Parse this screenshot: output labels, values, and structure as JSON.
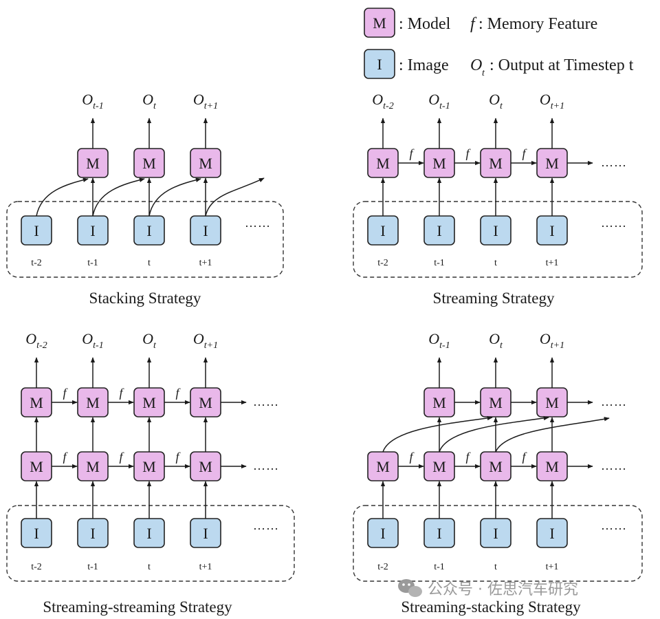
{
  "legend": {
    "model_symbol": "M",
    "model_label": ": Model",
    "feature_symbol": "f",
    "feature_label": ": Memory Feature",
    "image_symbol": "I",
    "image_label": ": Image",
    "output_symbol_base": "O",
    "output_symbol_sub": "t",
    "output_label": ": Output at Timestep t"
  },
  "node_letters": {
    "model": "M",
    "image": "I"
  },
  "feature_symbol": "f",
  "ellipsis": "……",
  "timesteps": [
    "t-2",
    "t-1",
    "t",
    "t+1"
  ],
  "output_base": "O",
  "output_subscripts": [
    "t-2",
    "t-1",
    "t",
    "t+1"
  ],
  "panels": [
    {
      "id": "stacking",
      "caption": "Stacking Strategy"
    },
    {
      "id": "streaming",
      "caption": "Streaming Strategy"
    },
    {
      "id": "streaming-streaming",
      "caption": "Streaming-streaming Strategy"
    },
    {
      "id": "streaming-stacking",
      "caption": "Streaming-stacking Strategy"
    }
  ],
  "watermark": {
    "text": "公众号 · 佐思汽车研究",
    "icon": "wechat-icon"
  },
  "colors": {
    "model": "#e9b8ea",
    "image": "#bcd9ef",
    "stroke": "#222222"
  }
}
